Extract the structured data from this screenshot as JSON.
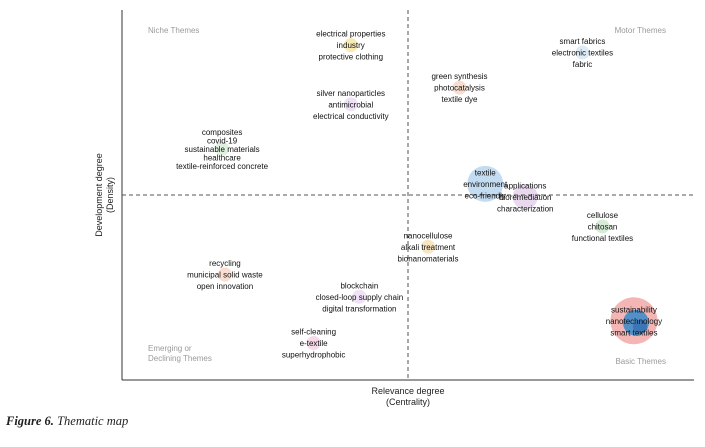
{
  "figure": {
    "label": "Figure 6.",
    "title": "Thematic map"
  },
  "chart_data": {
    "type": "scatter",
    "title": "",
    "xlabel": "Relevance degree\n(Centrality)",
    "ylabel": "Development degree\n(Density)",
    "xlim": [
      0,
      10
    ],
    "ylim": [
      0,
      10
    ],
    "ticks_visible": false,
    "grid": false,
    "reference_lines": {
      "x": 5.0,
      "y": 5.0
    },
    "quadrants": [
      {
        "label": "Niche Themes",
        "position": "top-left"
      },
      {
        "label": "Motor Themes",
        "position": "top-right"
      },
      {
        "label": "Emerging or\nDeclining Themes",
        "position": "bottom-left"
      },
      {
        "label": "Basic Themes",
        "position": "bottom-right"
      }
    ],
    "clusters": [
      {
        "words": [
          "electrical properties",
          "industry",
          "protective clothing"
        ],
        "x": 4.0,
        "y": 9.05,
        "size": 1,
        "color": "#f6e6a6"
      },
      {
        "words": [
          "silver nanoparticles",
          "antimicrobial",
          "electrical conductivity"
        ],
        "x": 4.0,
        "y": 7.45,
        "size": 1,
        "color": "#ecdcf4"
      },
      {
        "words": [
          "composites",
          "covid-19",
          "sustainable materials",
          "healthcare",
          "textile-reinforced concrete"
        ],
        "x": 1.75,
        "y": 6.25,
        "size": 1,
        "color": "#dcefdc"
      },
      {
        "words": [
          "green synthesis",
          "photocatalysis",
          "textile dye"
        ],
        "x": 5.9,
        "y": 7.9,
        "size": 1,
        "color": "#f8d8c8"
      },
      {
        "words": [
          "smart fabrics",
          "electronic textiles",
          "fabric"
        ],
        "x": 8.05,
        "y": 8.85,
        "size": 1,
        "color": "#d8e6f4"
      },
      {
        "words": [
          "textile",
          "environment",
          "eco-friendly"
        ],
        "x": 6.35,
        "y": 5.3,
        "size": 3,
        "color": "#b9d6ee"
      },
      {
        "words": [
          "applications",
          "bioremediation",
          "characterization"
        ],
        "x": 7.05,
        "y": 4.95,
        "size": 2,
        "color": "#e4d2ec"
      },
      {
        "words": [
          "cellulose",
          "chitosan",
          "functional textiles"
        ],
        "x": 8.4,
        "y": 4.15,
        "size": 1,
        "color": "#cfe9cf"
      },
      {
        "words": [
          "nanocellulose",
          "alkali treatment",
          "bionanomaterials"
        ],
        "x": 5.35,
        "y": 3.6,
        "size": 1,
        "color": "#f6e0b8"
      },
      {
        "words": [
          "recycling",
          "municipal solid waste",
          "open innovation"
        ],
        "x": 1.8,
        "y": 2.85,
        "size": 1,
        "color": "#f8d8c8"
      },
      {
        "words": [
          "blockchain",
          "closed-loop supply chain",
          "digital transformation"
        ],
        "x": 4.15,
        "y": 2.25,
        "size": 1,
        "color": "#ecdcf4"
      },
      {
        "words": [
          "self-cleaning",
          "e-textile",
          "superhydrophobic"
        ],
        "x": 3.35,
        "y": 1.0,
        "size": 1,
        "color": "#f4d4e4"
      },
      {
        "words": [
          "sustainability",
          "nanotechnology",
          "smart textiles"
        ],
        "x": 8.95,
        "y": 1.6,
        "size": 4,
        "color": "#f2a8a8",
        "overlay_color": "#4a8ec8"
      }
    ]
  }
}
